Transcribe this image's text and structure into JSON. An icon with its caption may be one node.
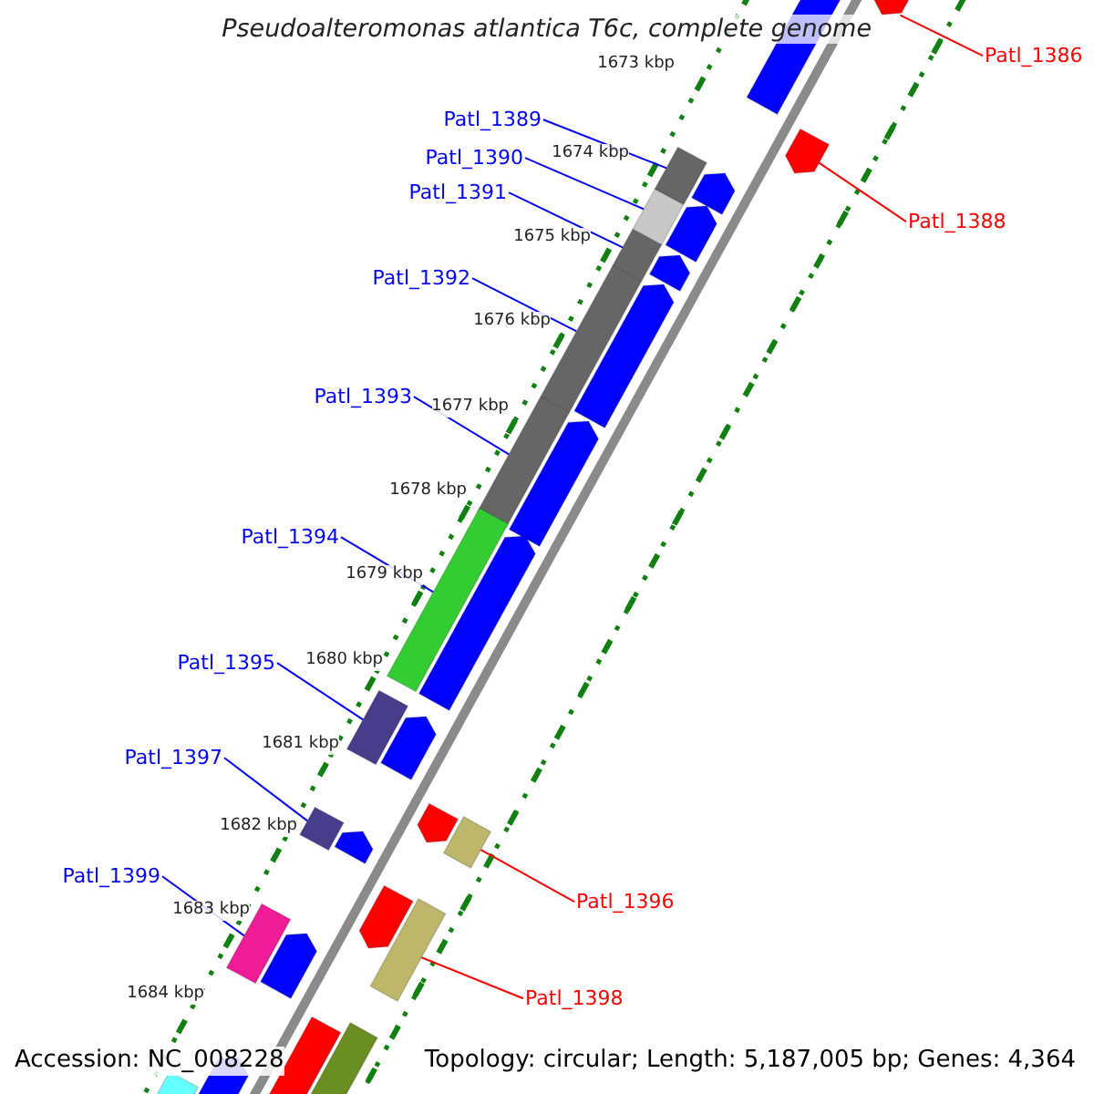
{
  "diagram": {
    "title": "Pseudoalteromonas atlantica T6c, complete genome",
    "nodes": [
      {
        "text": [
          "Patl_1386"
        ]
      },
      {
        "text": [
          "Patl_1389"
        ]
      },
      {
        "text": [
          "Patl_1390"
        ]
      },
      {
        "text": [
          "Patl_1391"
        ]
      },
      {
        "text": [
          "Patl_1388"
        ]
      },
      {
        "text": [
          "Patl_1392"
        ]
      },
      {
        "text": [
          "Patl_1393"
        ]
      },
      {
        "text": [
          "Patl_1394"
        ]
      },
      {
        "text": [
          "Patl_1395"
        ]
      },
      {
        "text": [
          "Patl_1397"
        ]
      },
      {
        "text": [
          "Patl_1399"
        ]
      },
      {
        "text": [
          "Patl_1396"
        ]
      },
      {
        "text": [
          "Patl_1398"
        ]
      },
      {
        "text": [],
        "shape": "arrow"
      },
      {
        "text": [],
        "shape": "bar"
      },
      {
        "text": [],
        "shape": "bar"
      },
      {
        "text": [],
        "shape": "bar"
      },
      {
        "text": [],
        "shape": "arrow"
      },
      {
        "text": [],
        "shape": "bar"
      },
      {
        "text": [],
        "shape": "bar"
      },
      {
        "text": [],
        "shape": "bar"
      },
      {
        "text": [],
        "shape": "bar"
      },
      {
        "text": [],
        "shape": "bar"
      },
      {
        "text": [],
        "shape": "bar"
      },
      {
        "text": [],
        "shape": "bar"
      },
      {
        "text": [],
        "shape": "bar"
      }
    ],
    "edges": [
      {
        "from": 0,
        "to": 13,
        "arrow": "none",
        "color": "#ff0000"
      },
      {
        "from": 1,
        "to": 14,
        "arrow": "none"
      },
      {
        "from": 2,
        "to": 15,
        "arrow": "none"
      },
      {
        "from": 3,
        "to": 16,
        "arrow": "none"
      },
      {
        "from": 4,
        "to": 17,
        "arrow": "none",
        "color": "#ff0000"
      },
      {
        "from": 5,
        "to": 18,
        "arrow": "none"
      },
      {
        "from": 6,
        "to": 19,
        "arrow": "none"
      },
      {
        "from": 7,
        "to": 20,
        "arrow": "none"
      },
      {
        "from": 8,
        "to": 21,
        "arrow": "none"
      },
      {
        "from": 9,
        "to": 22,
        "arrow": "none"
      },
      {
        "from": 10,
        "to": 23,
        "arrow": "none"
      },
      {
        "from": 11,
        "to": 24,
        "arrow": "none",
        "color": "#ff0000"
      },
      {
        "from": 12,
        "to": 25,
        "arrow": "none",
        "color": "#ff0000"
      }
    ],
    "labels": [
      "1673 kbp",
      "1674 kbp",
      "1675 kbp",
      "1676 kbp",
      "1677 kbp",
      "1678 kbp",
      "1679 kbp",
      "1680 kbp",
      "1681 kbp",
      "1682 kbp",
      "1683 kbp",
      "1684 kbp",
      "Accession: NC_008228",
      "Topology: circular; Length: 5,187,005 bp; Genes: 4,364"
    ]
  }
}
